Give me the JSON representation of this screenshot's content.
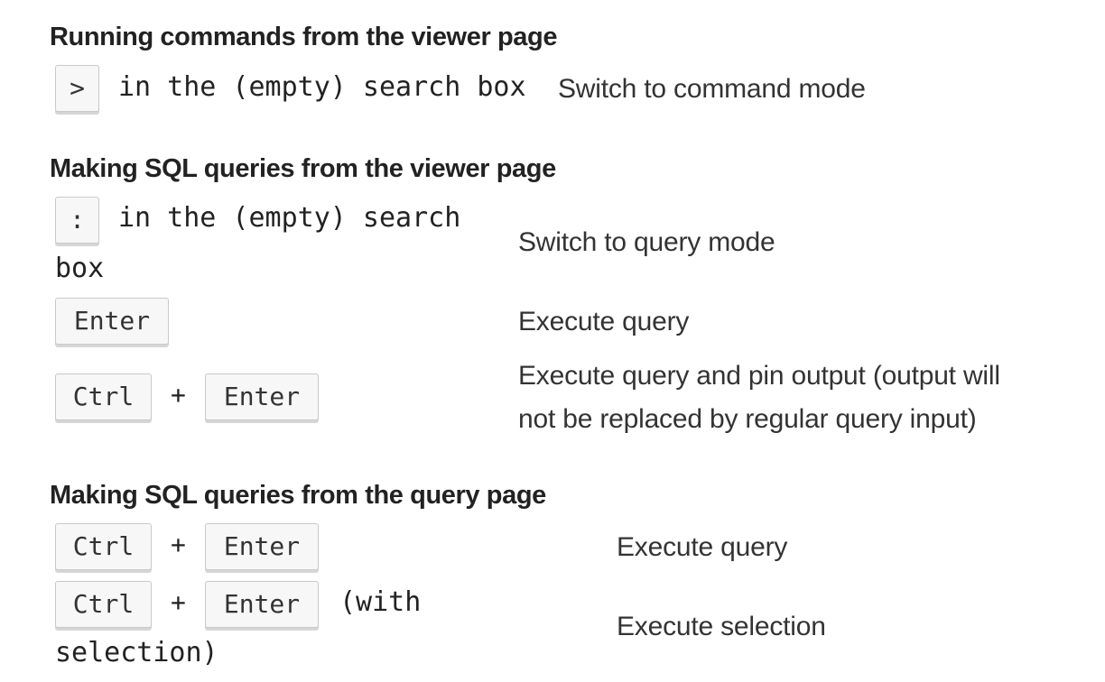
{
  "sections": [
    {
      "title": "Running commands from the viewer page",
      "rows": [
        {
          "keys": [
            ">"
          ],
          "suffix": "in the (empty) search box",
          "description": "Switch to command mode"
        }
      ]
    },
    {
      "title": "Making SQL queries from the viewer page",
      "rows": [
        {
          "keys": [
            ":"
          ],
          "suffix_line1": "in the (empty) search",
          "suffix_line2": "box",
          "description": "Switch to query mode"
        },
        {
          "keys": [
            "Enter"
          ],
          "description": "Execute query"
        },
        {
          "keys": [
            "Ctrl",
            "Enter"
          ],
          "separator": "+",
          "description_line1": "Execute query and pin output (output will",
          "description_line2": "not be replaced by regular query input)"
        }
      ]
    },
    {
      "title": "Making SQL queries from the query page",
      "rows": [
        {
          "keys": [
            "Ctrl",
            "Enter"
          ],
          "separator": "+",
          "description": "Execute query"
        },
        {
          "keys": [
            "Ctrl",
            "Enter"
          ],
          "separator": "+",
          "suffix_line1": "(with",
          "suffix_line2": "selection)",
          "description": "Execute selection"
        }
      ]
    }
  ]
}
